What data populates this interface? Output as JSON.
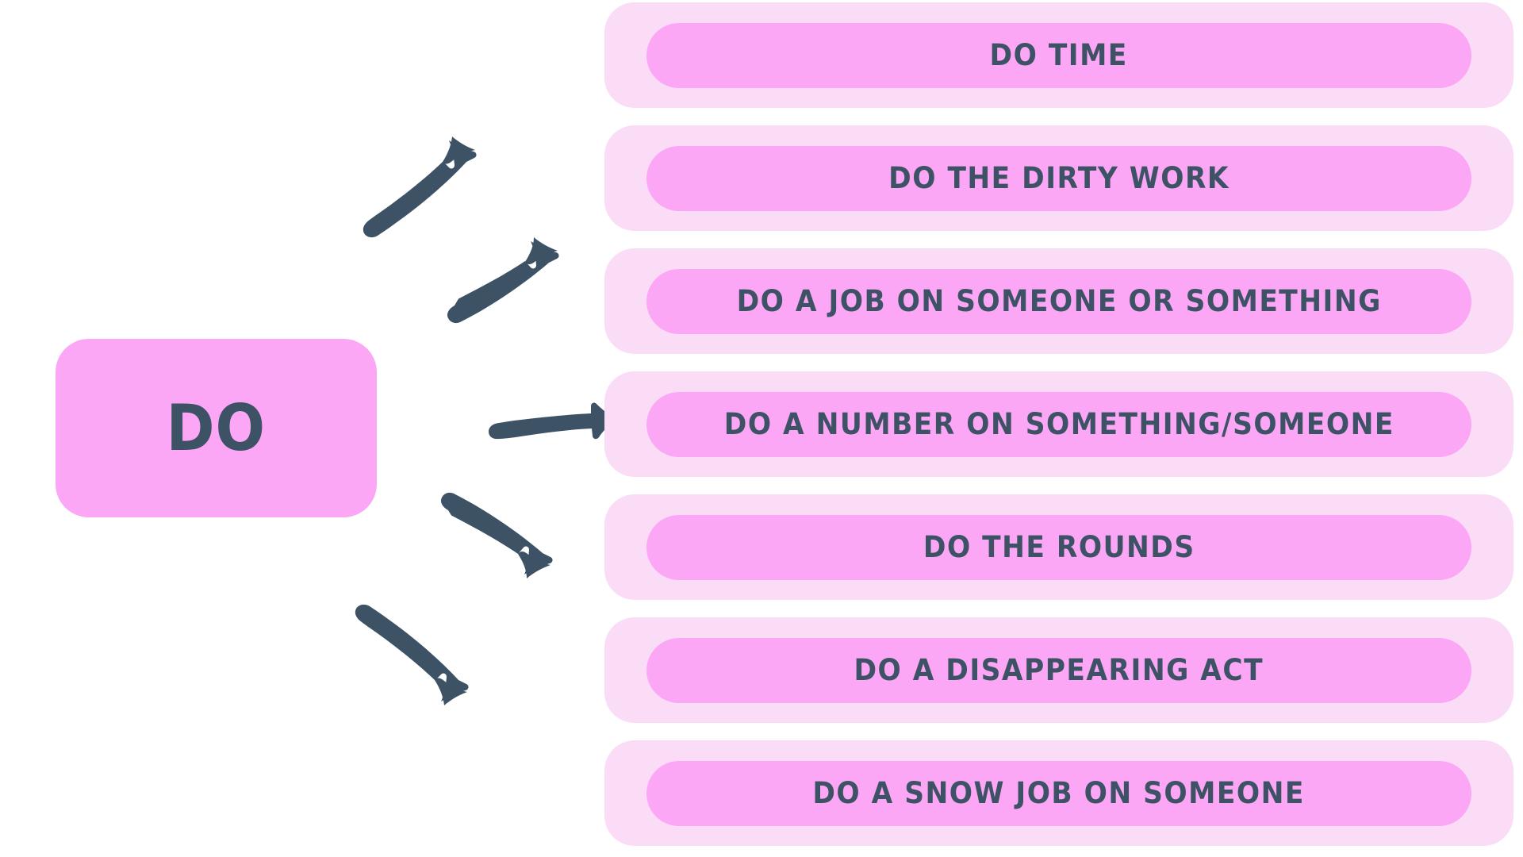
{
  "diagram": {
    "type": "mind-map",
    "title_text": "DO",
    "background_color": "#ffffff",
    "node_fill": "#fca6f6",
    "row_fill": "#fbdcf7",
    "text_color": "#3d5265",
    "arrow_color": "#3d5265",
    "arrow_icon_name": "hand-drawn-arrow-icon"
  },
  "root": {
    "label": "DO"
  },
  "branches": [
    {
      "label": "DO TIME"
    },
    {
      "label": "DO THE DIRTY WORK"
    },
    {
      "label": "DO A JOB ON SOMEONE OR SOMETHING"
    },
    {
      "label": "DO A NUMBER ON SOMETHING/SOMEONE"
    },
    {
      "label": "DO THE ROUNDS"
    },
    {
      "label": "DO A DISAPPEARING ACT"
    },
    {
      "label": "DO A SNOW JOB ON SOMEONE"
    }
  ],
  "arrows": [
    {
      "name": "arrow-to-branch-1",
      "direction": "up-right"
    },
    {
      "name": "arrow-to-branch-2",
      "direction": "up-right"
    },
    {
      "name": "arrow-to-branch-3",
      "direction": "right"
    },
    {
      "name": "arrow-to-branch-4",
      "direction": "down-right"
    },
    {
      "name": "arrow-to-branch-5",
      "direction": "down-right"
    }
  ]
}
